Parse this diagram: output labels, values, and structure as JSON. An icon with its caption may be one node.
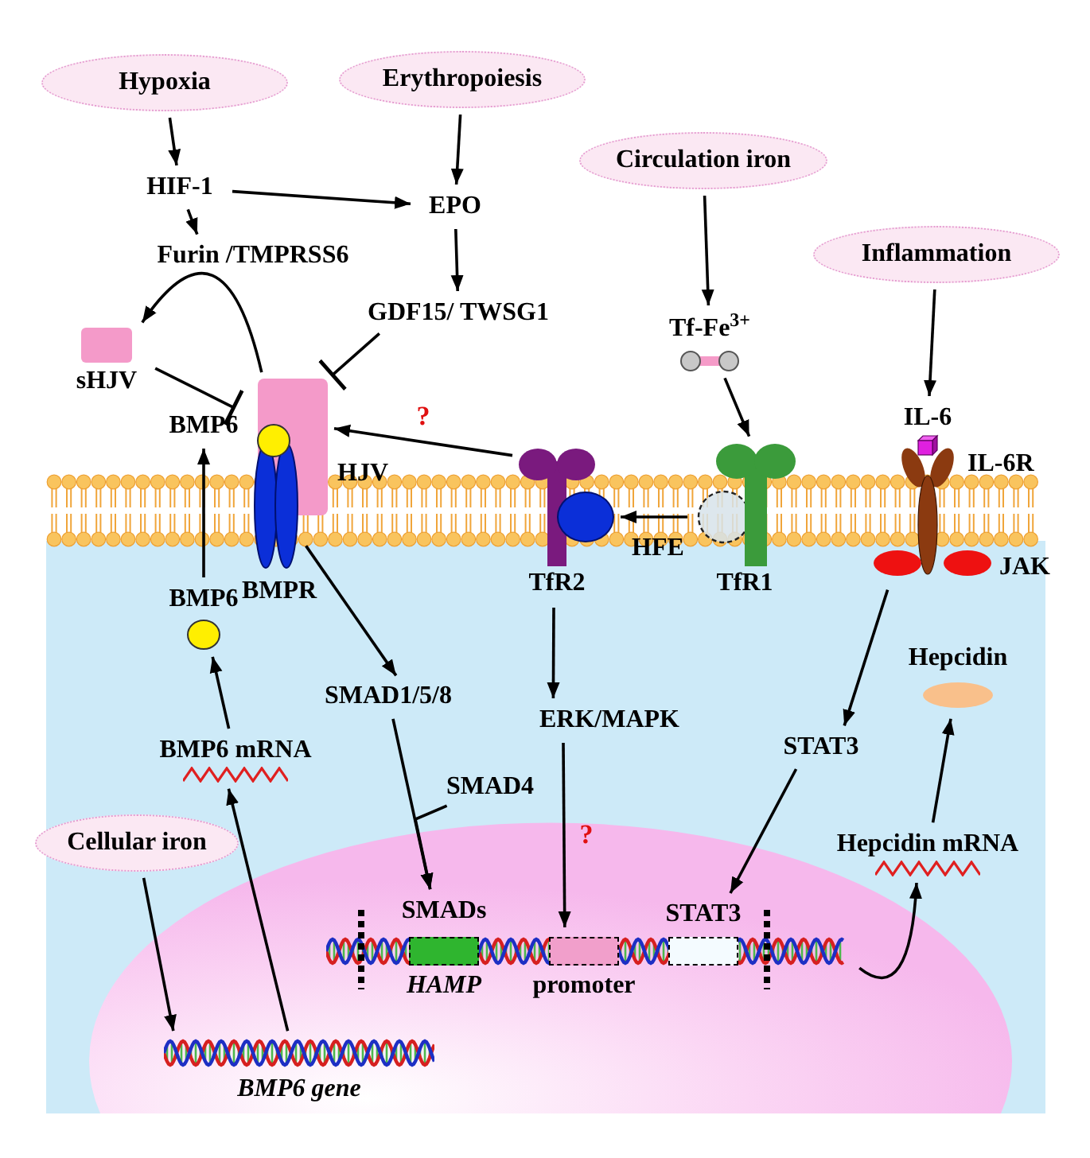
{
  "diagram": {
    "nodes": [
      {
        "text": [
          "Hypoxia"
        ]
      },
      {
        "text": [
          "Erythropoiesis"
        ]
      },
      {
        "text": [
          "HIF-1"
        ]
      },
      {
        "text": [
          "EPO"
        ]
      },
      {
        "text": [
          "Furin /TMPRSS6"
        ]
      },
      {
        "text": [
          "GDF15/ TWSG1"
        ]
      },
      {
        "text": [
          "Circulation iron"
        ]
      },
      {
        "text": [
          "Tf-Fe$^{3+}$"
        ]
      },
      {
        "text": [
          "Inflammation"
        ]
      },
      {
        "text": [
          "sHJV"
        ]
      },
      {
        "text": [
          "BMP6"
        ]
      },
      {
        "text": [
          "HJV"
        ]
      },
      {
        "text": [
          "BMPR"
        ]
      },
      {
        "text": [
          "TfR2"
        ]
      },
      {
        "text": [
          "HFE"
        ]
      },
      {
        "text": [
          "TfR1"
        ]
      },
      {
        "text": [
          "IL-6"
        ]
      },
      {
        "text": [
          "IL-6R"
        ]
      },
      {
        "text": [
          "JAK"
        ]
      },
      {
        "text": [
          "BMP6"
        ]
      },
      {
        "text": [
          "SMAD1/5/8"
        ]
      },
      {
        "text": [
          "ERK/MAPK"
        ]
      },
      {
        "text": [
          "STAT3"
        ]
      },
      {
        "text": [
          "Hepcidin"
        ]
      },
      {
        "text": [
          "BMP6 mRNA"
        ]
      },
      {
        "text": [
          "SMAD4"
        ]
      },
      {
        "text": [
          "Cellular iron"
        ]
      },
      {
        "text": [
          "Hepcidin mRNA"
        ]
      },
      {
        "text": [],
        "shape": "picture"
      },
      {
        "text": [
          "SMADs",
          "HAMP"
        ],
        "in": 28
      },
      {
        "text": [
          "promoter"
        ],
        "in": 28
      },
      {
        "text": [
          "STAT3"
        ],
        "in": 28
      },
      {
        "text": [
          "BMP6 gene"
        ]
      }
    ],
    "edges": [
      {
        "from": 0,
        "to": 2,
        "arrow": "to"
      },
      {
        "from": 2,
        "to": 3,
        "arrow": "to"
      },
      {
        "from": 1,
        "to": 3,
        "arrow": "to"
      },
      {
        "from": 2,
        "to": 4,
        "arrow": "to"
      },
      {
        "from": 3,
        "to": 5,
        "arrow": "to"
      },
      {
        "from": 11,
        "to": 9,
        "arrow": "to"
      },
      {
        "from": 9,
        "to": 10,
        "arrow": "other"
      },
      {
        "from": 5,
        "to": 11,
        "arrow": "other"
      },
      {
        "from": 13,
        "to": 11,
        "arrow": "to",
        "label": "?"
      },
      {
        "from": 15,
        "to": 14,
        "arrow": "to"
      },
      {
        "from": 6,
        "to": 7,
        "arrow": "to"
      },
      {
        "from": 7,
        "to": 15,
        "arrow": "to"
      },
      {
        "from": 8,
        "to": 16,
        "arrow": "to"
      },
      {
        "from": 18,
        "to": 22,
        "arrow": "to"
      },
      {
        "from": 12,
        "to": 20,
        "arrow": "to"
      },
      {
        "from": 13,
        "to": 21,
        "arrow": "to"
      },
      {
        "from": 19,
        "to": 10,
        "arrow": "to"
      },
      {
        "from": 24,
        "to": 19,
        "arrow": "to"
      },
      {
        "from": 20,
        "to": 29,
        "arrow": "to"
      },
      {
        "from": 25,
        "to": 29,
        "arrow": "to"
      },
      {
        "from": 21,
        "to": 30,
        "arrow": "to",
        "label": "?"
      },
      {
        "from": 22,
        "to": 31,
        "arrow": "to"
      },
      {
        "from": 27,
        "to": 23,
        "arrow": "to"
      },
      {
        "from": 28,
        "to": 27,
        "arrow": "to"
      },
      {
        "from": 26,
        "to": 32,
        "arrow": "to"
      },
      {
        "from": 32,
        "to": 24,
        "arrow": "to"
      }
    ]
  }
}
